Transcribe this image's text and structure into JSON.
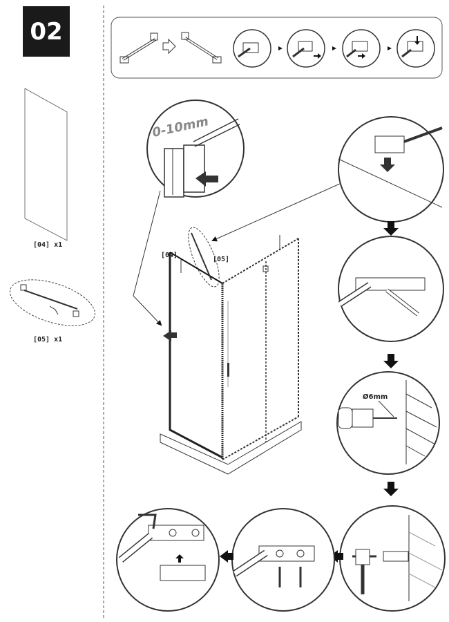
{
  "step": {
    "number": "02"
  },
  "parts": [
    {
      "label": "[04] x1",
      "icon": "glass-panel"
    },
    {
      "label": "[05] x1",
      "icon": "support-bar-kit"
    }
  ],
  "callouts": {
    "panel": "[04]",
    "bar": "[05]"
  },
  "details": {
    "gap_range": "0-10mm",
    "drill_size": "Ø6mm"
  },
  "colors": {
    "ink": "#1a1a1a",
    "gap_text": "#888888"
  }
}
